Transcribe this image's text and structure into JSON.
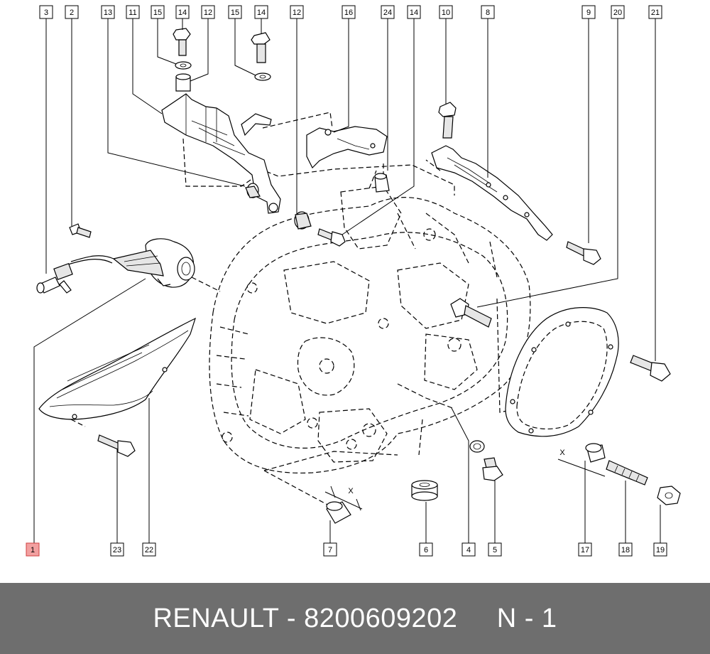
{
  "callouts": [
    {
      "id": "c3",
      "text": "3"
    },
    {
      "id": "c2",
      "text": "2"
    },
    {
      "id": "c13",
      "text": "13"
    },
    {
      "id": "c11",
      "text": "11"
    },
    {
      "id": "c15a",
      "text": "15"
    },
    {
      "id": "c14a",
      "text": "14"
    },
    {
      "id": "c12a",
      "text": "12"
    },
    {
      "id": "c15b",
      "text": "15"
    },
    {
      "id": "c14b",
      "text": "14"
    },
    {
      "id": "c12b",
      "text": "12"
    },
    {
      "id": "c16",
      "text": "16"
    },
    {
      "id": "c24",
      "text": "24"
    },
    {
      "id": "c14c",
      "text": "14"
    },
    {
      "id": "c10",
      "text": "10"
    },
    {
      "id": "c8",
      "text": "8"
    },
    {
      "id": "c9",
      "text": "9"
    },
    {
      "id": "c20",
      "text": "20"
    },
    {
      "id": "c21",
      "text": "21"
    },
    {
      "id": "c1",
      "text": "1",
      "highlight": true
    },
    {
      "id": "c23",
      "text": "23"
    },
    {
      "id": "c22",
      "text": "22"
    },
    {
      "id": "c7",
      "text": "7"
    },
    {
      "id": "c6",
      "text": "6"
    },
    {
      "id": "c4",
      "text": "4"
    },
    {
      "id": "c5",
      "text": "5"
    },
    {
      "id": "c17",
      "text": "17"
    },
    {
      "id": "c18",
      "text": "18"
    },
    {
      "id": "c19",
      "text": "19"
    }
  ],
  "dimension_marks": {
    "x_left": "X",
    "x_right": "X"
  },
  "footer": {
    "text": "RENAULT - 8200609202     N - 1"
  },
  "colors": {
    "highlight": "#f2a0a0",
    "footer_bg": "#6e6e6e",
    "footer_text": "#ffffff"
  }
}
